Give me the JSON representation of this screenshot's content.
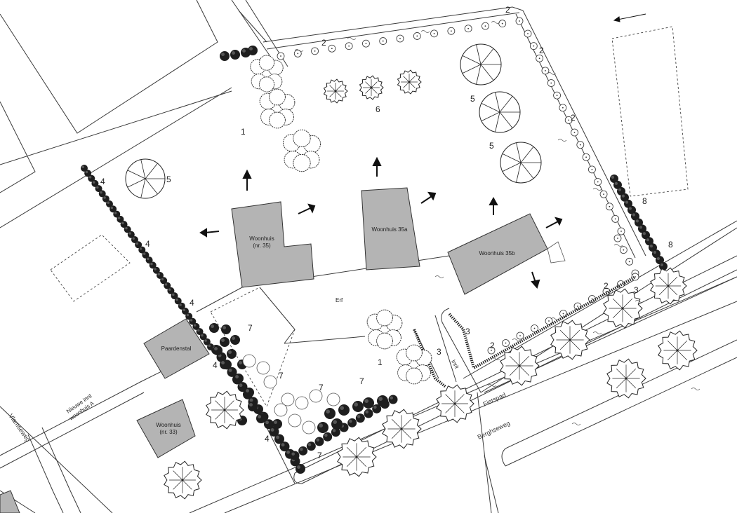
{
  "buildings": {
    "woonhuis_35_line1": "Woonhuis",
    "woonhuis_35_line2": "(nr. 35)",
    "woonhuis_35a": "Woonhuis 35a",
    "woonhuis_35b": "Woonhuis 35b",
    "woonhuis_33_line1": "Woonhuis",
    "woonhuis_33_line2": "(nr. 33)",
    "paardenstal": "Paardenstal"
  },
  "labels": {
    "erf": "Erf",
    "inrit": "Inrit",
    "fietspad": "Fietspad",
    "berghseweg": "Berghseweg",
    "vlamseweg": "Vlamseweg",
    "nieuwe_inrit_line1": "Nieuwe inrit",
    "nieuwe_inrit_line2": "woonhuis A"
  },
  "legend_numbers": {
    "n1": "1",
    "n2": "2",
    "n3": "3",
    "n4": "4",
    "n5": "5",
    "n6": "6",
    "n7": "7",
    "n8": "8"
  },
  "colors": {
    "building_fill": "#b4b4b4",
    "line": "#3a3a3a",
    "dark_shrub": "#1e1e1e"
  }
}
